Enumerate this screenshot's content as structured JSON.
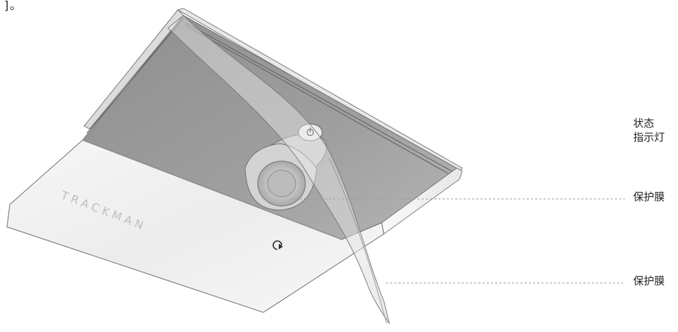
{
  "top_fragment": "]。",
  "device": {
    "brand": "TRACKMAN"
  },
  "callouts": {
    "status_line1": "状态",
    "status_line2": "指示灯",
    "film_upper": "保护膜",
    "film_lower": "保护膜"
  }
}
